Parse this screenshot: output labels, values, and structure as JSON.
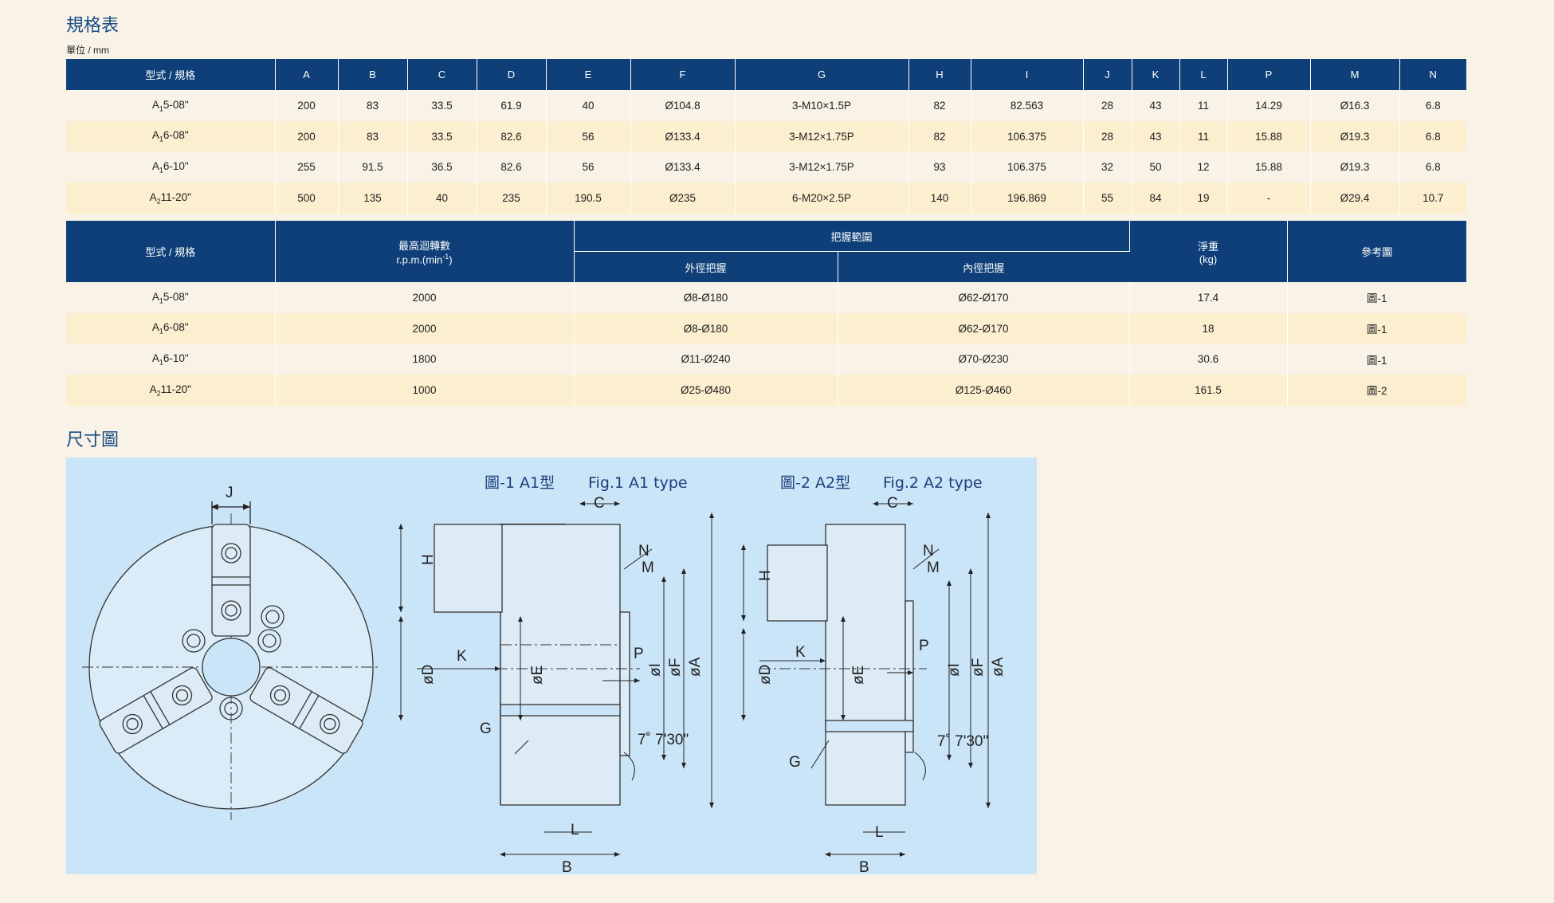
{
  "spec_title": "規格表",
  "unit_label": "單位 / mm",
  "table1": {
    "headers": [
      "型式 / 規格",
      "A",
      "B",
      "C",
      "D",
      "E",
      "F",
      "G",
      "H",
      "I",
      "J",
      "K",
      "L",
      "P",
      "M",
      "N"
    ],
    "rows": [
      {
        "model_prefix": "A",
        "model_sub": "1",
        "model_suffix": "5-08\"",
        "cells": [
          "200",
          "83",
          "33.5",
          "61.9",
          "40",
          "Ø104.8",
          "3-M10×1.5P",
          "82",
          "82.563",
          "28",
          "43",
          "11",
          "14.29",
          "Ø16.3",
          "6.8"
        ]
      },
      {
        "model_prefix": "A",
        "model_sub": "1",
        "model_suffix": "6-08\"",
        "cells": [
          "200",
          "83",
          "33.5",
          "82.6",
          "56",
          "Ø133.4",
          "3-M12×1.75P",
          "82",
          "106.375",
          "28",
          "43",
          "11",
          "15.88",
          "Ø19.3",
          "6.8"
        ]
      },
      {
        "model_prefix": "A",
        "model_sub": "1",
        "model_suffix": "6-10\"",
        "cells": [
          "255",
          "91.5",
          "36.5",
          "82.6",
          "56",
          "Ø133.4",
          "3-M12×1.75P",
          "93",
          "106.375",
          "32",
          "50",
          "12",
          "15.88",
          "Ø19.3",
          "6.8"
        ]
      },
      {
        "model_prefix": "A",
        "model_sub": "2",
        "model_suffix": "11-20\"",
        "cells": [
          "500",
          "135",
          "40",
          "235",
          "190.5",
          "Ø235",
          "6-M20×2.5P",
          "140",
          "196.869",
          "55",
          "84",
          "19",
          "-",
          "Ø29.4",
          "10.7"
        ]
      }
    ]
  },
  "table2": {
    "h_model": "型式 / 規格",
    "h_rpm_line1": "最高迴轉數",
    "h_rpm_line2": "r.p.m.(min",
    "h_rpm_sup": "-1",
    "h_rpm_close": ")",
    "h_grip": "把握範圍",
    "h_outer": "外徑把握",
    "h_inner": "內徑把握",
    "h_weight_line1": "淨重",
    "h_weight_line2": "(kg)",
    "h_ref": "參考圖",
    "rows": [
      {
        "model_prefix": "A",
        "model_sub": "1",
        "model_suffix": "5-08\"",
        "rpm": "2000",
        "outer": "Ø8-Ø180",
        "inner": "Ø62-Ø170",
        "weight": "17.4",
        "ref": "圖-1"
      },
      {
        "model_prefix": "A",
        "model_sub": "1",
        "model_suffix": "6-08\"",
        "rpm": "2000",
        "outer": "Ø8-Ø180",
        "inner": "Ø62-Ø170",
        "weight": "18",
        "ref": "圖-1"
      },
      {
        "model_prefix": "A",
        "model_sub": "1",
        "model_suffix": "6-10\"",
        "rpm": "1800",
        "outer": "Ø11-Ø240",
        "inner": "Ø70-Ø230",
        "weight": "30.6",
        "ref": "圖-1"
      },
      {
        "model_prefix": "A",
        "model_sub": "2",
        "model_suffix": "11-20\"",
        "rpm": "1000",
        "outer": "Ø25-Ø480",
        "inner": "Ø125-Ø460",
        "weight": "161.5",
        "ref": "圖-2"
      }
    ]
  },
  "dim_title": "尺寸圖",
  "diagram": {
    "fig1_caption_zh": "圖-1 A1型",
    "fig1_caption_en": "Fig.1  A1 type",
    "fig2_caption_zh": "圖-2 A2型",
    "fig2_caption_en": "Fig.2  A2 type",
    "angle": "7˚ 7'30\"",
    "labels": {
      "A": "øA",
      "B": "B",
      "C": "C",
      "D": "øD",
      "E": "øE",
      "F": "øF",
      "G": "G",
      "H": "H",
      "I": "øI",
      "J": "J",
      "K": "K",
      "L": "L",
      "M": "M",
      "N": "N",
      "P": "P"
    }
  },
  "colors": {
    "header_bg": "#0e3f78",
    "row_alt": "#fbefcf",
    "page_bg": "#f8f2e7",
    "diagram_bg": "#cbe5f8",
    "title": "#1a4d85"
  }
}
